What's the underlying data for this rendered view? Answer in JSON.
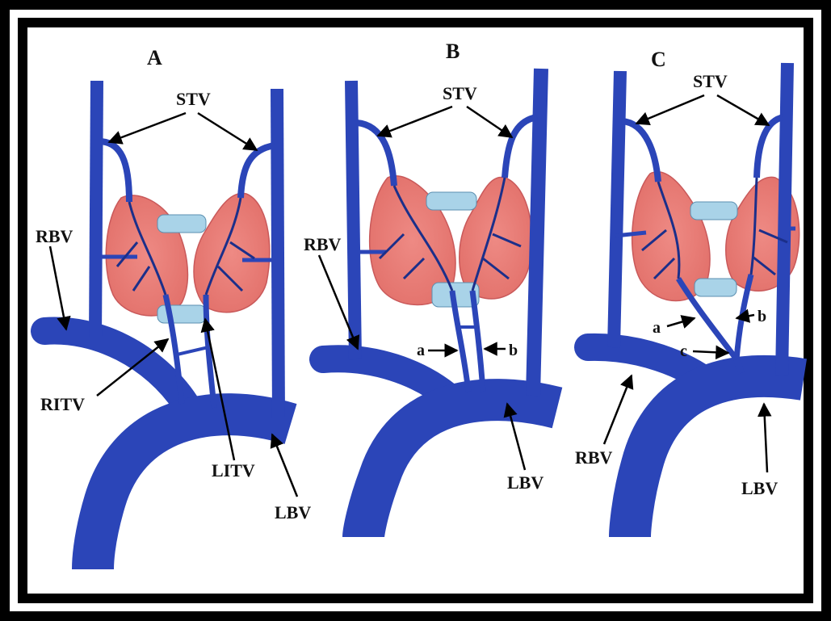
{
  "panels": [
    {
      "letter": "A",
      "labels": {
        "stv": "STV",
        "rbv": "RBV",
        "ritv": "RITV",
        "litv": "LITV",
        "lbv": "LBV"
      }
    },
    {
      "letter": "B",
      "labels": {
        "stv": "STV",
        "rbv": "RBV",
        "lbv": "LBV",
        "a": "a",
        "b": "b"
      }
    },
    {
      "letter": "C",
      "labels": {
        "stv": "STV",
        "rbv": "RBV",
        "lbv": "LBV",
        "a": "a",
        "b": "b",
        "c": "c"
      }
    }
  ],
  "colors": {
    "vein": "#2b45b8",
    "vein_dark": "#1b2f8a",
    "thyroid": "#e8847e",
    "thyroid_light": "#f3a9a0",
    "trachea": "#a9d3e8",
    "frame": "#000000"
  }
}
